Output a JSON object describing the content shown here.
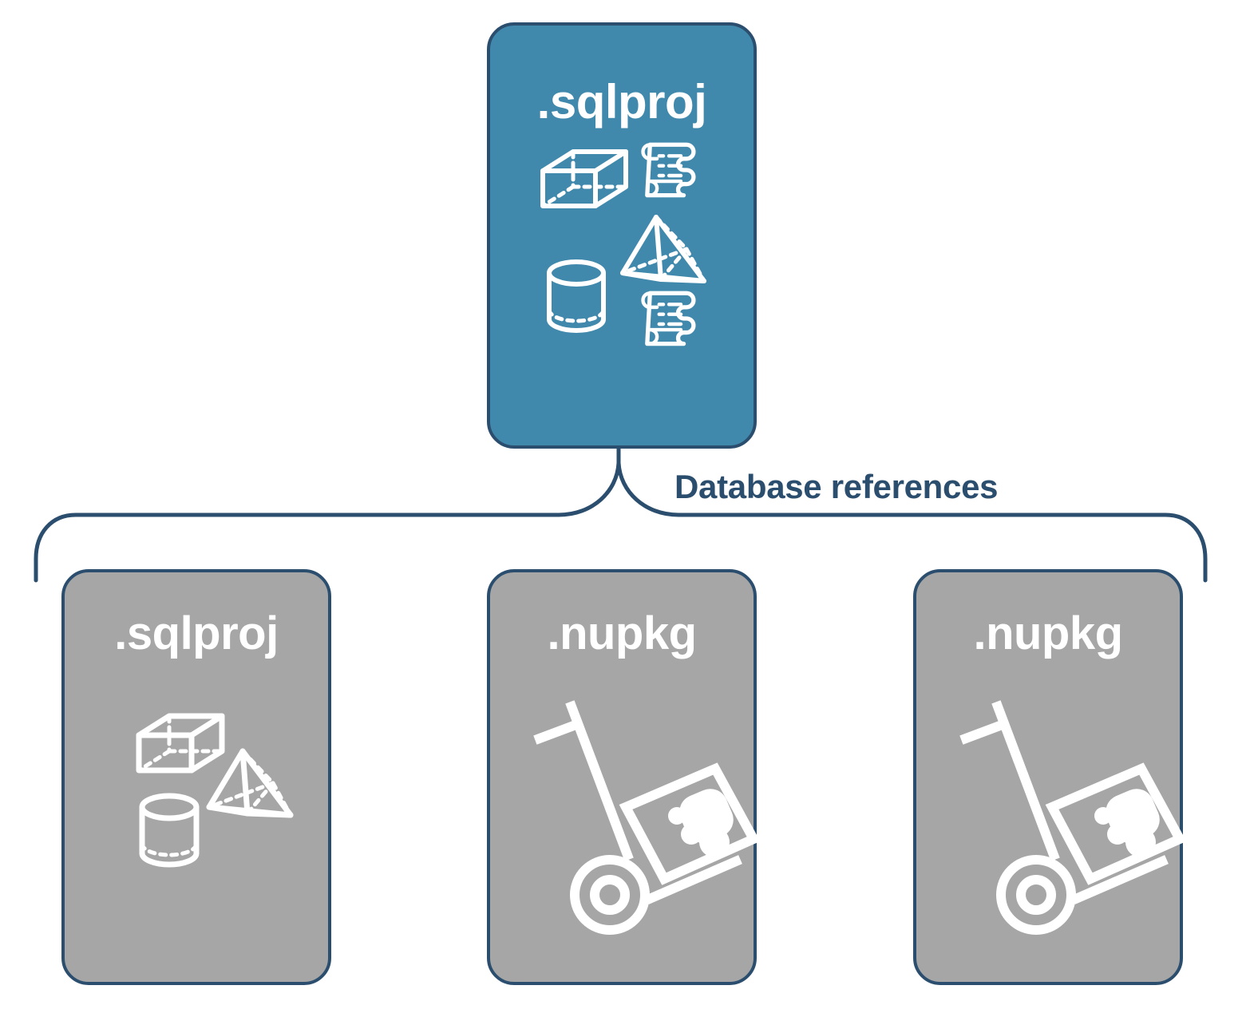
{
  "diagram": {
    "title": "SQL project database references diagram",
    "connector_label": "Database references",
    "colors": {
      "primary_card_fill": "#4189ac",
      "secondary_card_fill": "#a6a6a6",
      "border": "#2b4e6e",
      "label_text": "#2b4e6e",
      "card_text": "#ffffff",
      "background": "#ffffff"
    }
  },
  "parent": {
    "label": ".sqlproj",
    "type": "sql-project",
    "icons": [
      "cube-wireframe-icon",
      "scroll-script-icon",
      "pyramid-wireframe-icon",
      "cylinder-wireframe-icon",
      "scroll-script-icon"
    ]
  },
  "references": [
    {
      "label": ".sqlproj",
      "type": "sql-project",
      "icons": [
        "cube-wireframe-icon",
        "pyramid-wireframe-icon",
        "cylinder-wireframe-icon"
      ]
    },
    {
      "label": ".nupkg",
      "type": "nuget-package",
      "icons": [
        "nuget-hand-truck-icon"
      ]
    },
    {
      "label": ".nupkg",
      "type": "nuget-package",
      "icons": [
        "nuget-hand-truck-icon"
      ]
    }
  ]
}
